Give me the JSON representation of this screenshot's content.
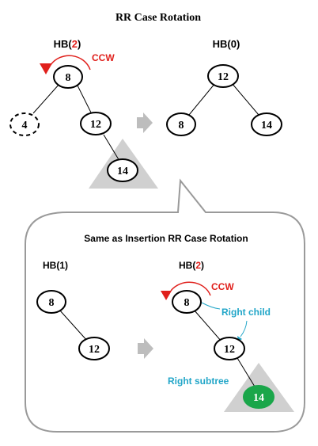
{
  "title": "RR Case Rotation",
  "top": {
    "left_hb": {
      "prefix": "HB(",
      "value": "2",
      "suffix": ")"
    },
    "right_hb": "HB(0)",
    "ccw": "CCW",
    "left_nodes": {
      "root": "8",
      "left": "4",
      "right": "12",
      "right_right": "14"
    },
    "right_nodes": {
      "root": "12",
      "left": "8",
      "right": "14"
    }
  },
  "bubble": {
    "title": "Same as Insertion RR Case Rotation",
    "left_hb": "HB(1)",
    "right_hb": {
      "prefix": "HB(",
      "value": "2",
      "suffix": ")"
    },
    "ccw": "CCW",
    "right_child_label": "Right child",
    "right_subtree_label": "Right subtree",
    "left_nodes": {
      "root": "8",
      "right": "12"
    },
    "right_nodes": {
      "root": "8",
      "right": "12",
      "right_right": "14"
    }
  },
  "colors": {
    "red": "#e0201c",
    "cyan": "#22a6c8",
    "green": "#1aa64a",
    "gray_arrow": "#bdbdbd",
    "triangle": "#d0d0d0",
    "bubble_border": "#9a9a9a"
  }
}
